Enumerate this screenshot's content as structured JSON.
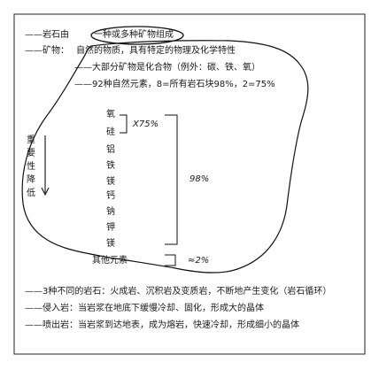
{
  "line1": {
    "prefix": "——岩石由",
    "circled": "一种或多种矿物组成"
  },
  "line2": {
    "prefix": "——矿物：",
    "rest": "自然的物质，具有特定的物理及化学特性"
  },
  "line3": "——大部分矿物是化合物（例外：碳、铁、氧）",
  "line4": "——92种自然元素，8=所有岩石块98%，2=75%",
  "side_label": [
    "重",
    "要",
    "性",
    "降",
    "低"
  ],
  "elements": [
    "氧",
    "硅",
    "铝",
    "铁",
    "镁",
    "钙",
    "钠",
    "钾",
    "镁"
  ],
  "bracket_small_label": "X75%",
  "bracket_large_label": "98%",
  "other": {
    "label": "其他元素",
    "value": "≈2%"
  },
  "bottom_lines": [
    "——3种不同的岩石：火成岩、沉积岩及变质岩，不断地产生变化（岩石循环）",
    "——侵入岩：当岩浆在地底下缓慢冷却、固化，形成大的晶体",
    "——喷出岩：当岩浆到达地表，成为熔岩，快速冷却，形成细小的晶体"
  ]
}
